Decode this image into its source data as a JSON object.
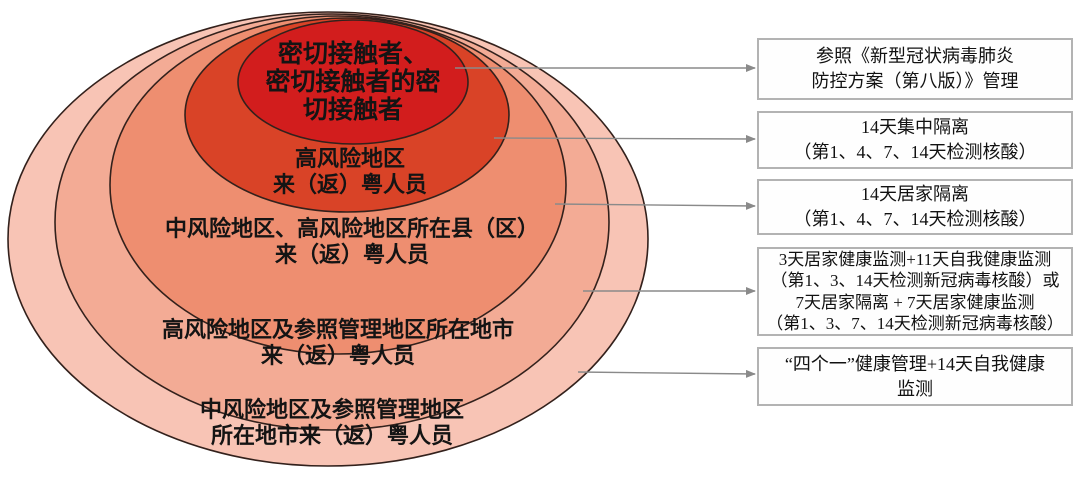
{
  "rings": [
    {
      "level": 1,
      "label": "密切接触者、\n密切接触者的密\n切接触者",
      "fill": "#d21d1d"
    },
    {
      "level": 2,
      "label": "高风险地区\n来（返）粤人员",
      "fill": "#d94327"
    },
    {
      "level": 3,
      "label": "中风险地区、高风险地区所在县（区）\n来（返）粤人员",
      "fill": "#ee8e70"
    },
    {
      "level": 4,
      "label": "高风险地区及参照管理地区所在地市\n来（返）粤人员",
      "fill": "#f3ab95"
    },
    {
      "level": 5,
      "label": "中风险地区及参照管理地区\n所在地市来（返）粤人员",
      "fill": "#f8c4b5"
    }
  ],
  "measure_boxes": [
    {
      "text": "参照《新型冠状病毒肺炎\n防控方案（第八版）》管理"
    },
    {
      "text": "14天集中隔离\n（第1、4、7、14天检测核酸）"
    },
    {
      "text": "14天居家隔离\n（第1、4、7、14天检测核酸）"
    },
    {
      "text": "3天居家健康监测+11天自我健康监测\n（第1、3、14天检测新冠病毒核酸）或\n7天居家隔离 + 7天居家健康监测\n（第1、3、7、14天检测新冠病毒核酸）"
    },
    {
      "text": "“四个一”健康管理+14天自我健康\n监测"
    }
  ],
  "colors": {
    "ring_outline": "#33211c",
    "connector_line": "#8a8a8a",
    "box_border": "#b3b3b3",
    "box_background": "#fefefe",
    "text": "#111111"
  }
}
